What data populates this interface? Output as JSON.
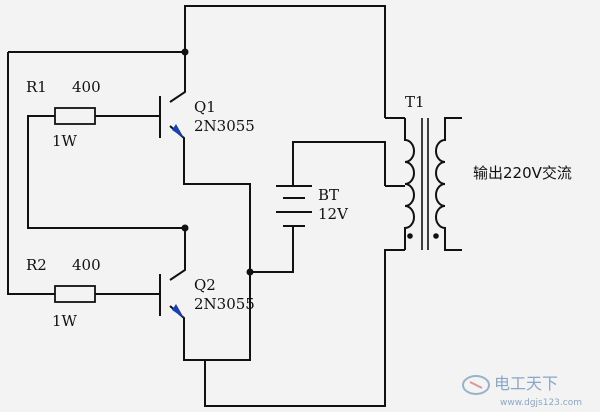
{
  "r1": {
    "name": "R1",
    "value": "400",
    "power": "1W"
  },
  "r2": {
    "name": "R2",
    "value": "400",
    "power": "1W"
  },
  "q1": {
    "name": "Q1",
    "part": "2N3055"
  },
  "q2": {
    "name": "Q2",
    "part": "2N3055"
  },
  "battery": {
    "name": "BT",
    "voltage": "12V"
  },
  "transformer": {
    "name": "T1"
  },
  "output_label": "输出220V交流",
  "watermark": {
    "text": "电工天下",
    "url": "www.dgjs123.com"
  },
  "colors": {
    "wire": "#111111",
    "emitter_arrow": "#1a3fb0",
    "watermark": "#8aa7c6"
  }
}
